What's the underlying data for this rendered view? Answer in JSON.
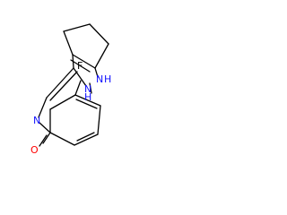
{
  "molecule": {
    "atoms": [
      {
        "id": "N1",
        "label": "N",
        "color": "#1010ff"
      },
      {
        "id": "N2",
        "label": "N",
        "color": "#1010ff"
      },
      {
        "id": "H2",
        "label": "H",
        "color": "#1010ff"
      },
      {
        "id": "N3",
        "label": "N",
        "color": "#1010ff"
      },
      {
        "id": "H3",
        "label": "H",
        "color": "#1010ff"
      },
      {
        "id": "F1",
        "label": "F",
        "color": "#000000"
      },
      {
        "id": "O1",
        "label": "O",
        "color": "#ff0000"
      }
    ],
    "bond_color": "#000000"
  }
}
